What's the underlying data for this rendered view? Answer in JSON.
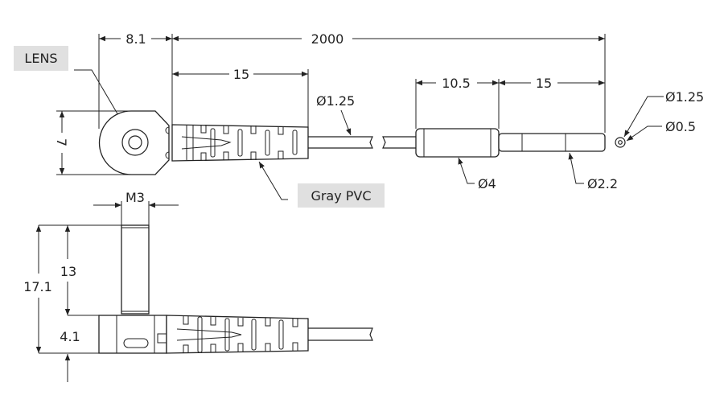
{
  "labels": {
    "lens": "LENS",
    "gray_pvc": "Gray PVC"
  },
  "dimensions": {
    "head_length": "8.1",
    "cable_length": "2000",
    "boot_length": "15",
    "head_height": "7",
    "cable_diameter": "Ø1.25",
    "ferrule_length": "10.5",
    "tube_length": "15",
    "ferrule_diameter": "Ø4",
    "tube_diameter": "Ø2.2",
    "end_outer_diameter": "Ø1.25",
    "end_core_diameter": "Ø0.5",
    "thread": "M3",
    "total_height": "17.1",
    "thread_height": "13",
    "body_height": "4.1"
  },
  "colors": {
    "line": "#222222",
    "label_bg": "#e0e0e0"
  }
}
